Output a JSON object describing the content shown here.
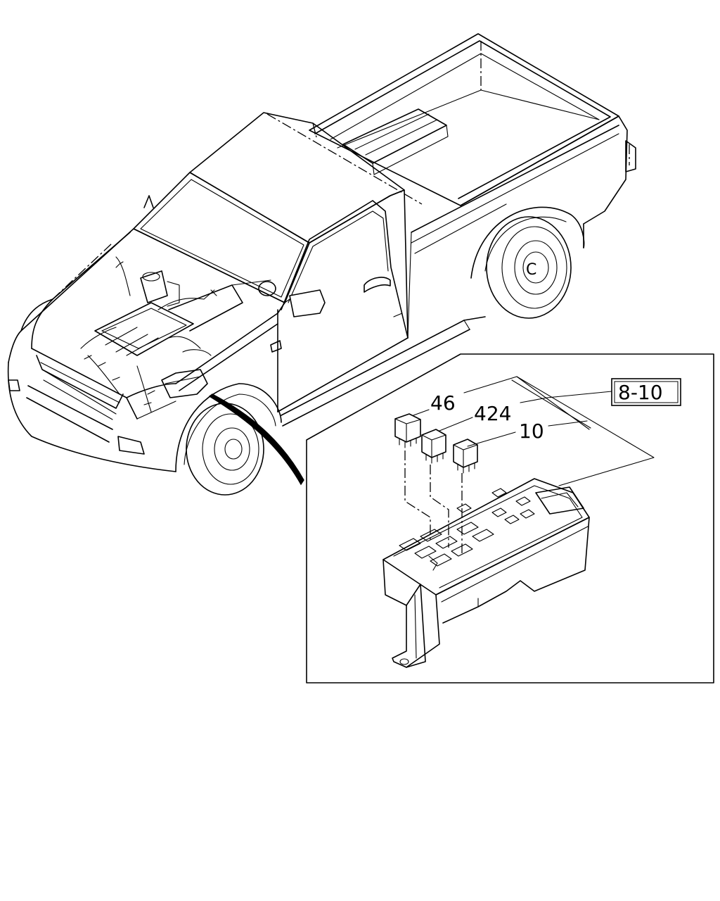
{
  "callouts": {
    "part_46": "46",
    "part_424": "424",
    "part_10": "10",
    "reference": "8-10"
  }
}
